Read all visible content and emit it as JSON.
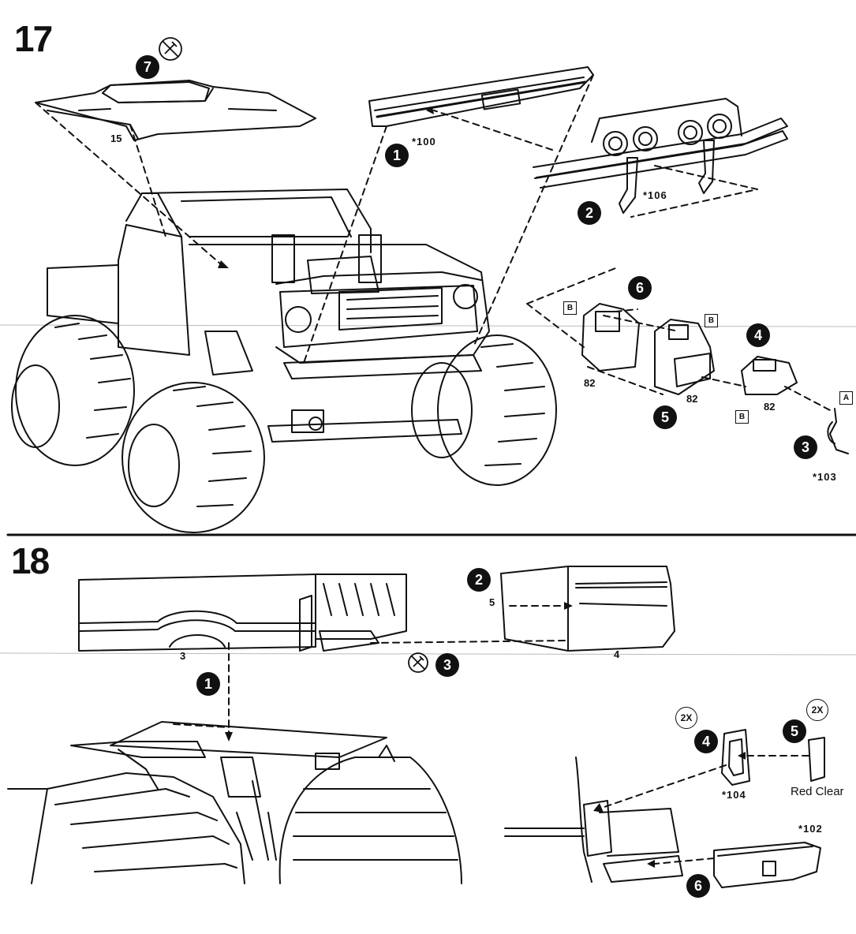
{
  "steps": [
    {
      "number": "17",
      "bubbles": [
        "7",
        "1",
        "2",
        "6",
        "4",
        "5",
        "3"
      ],
      "part_labels": {
        "hood": "15",
        "bumper": "*100",
        "light_bar": "*106",
        "winch_left": "82",
        "winch_mid": "82",
        "winch_right": "82",
        "hook": "*103"
      },
      "boxes": [
        "B",
        "B",
        "A",
        "B"
      ]
    },
    {
      "number": "18",
      "bubbles": [
        "2",
        "1",
        "3",
        "4",
        "5",
        "6"
      ],
      "part_labels": {
        "tailgate_side": "5",
        "bed": "3",
        "tailgate": "4",
        "tail_light": "*104",
        "lens_color": "Red Clear",
        "rear_bumper": "*102"
      },
      "multipliers": [
        "2X",
        "2X"
      ]
    }
  ],
  "icons": [
    "no-glue-icon",
    "no-glue-icon"
  ]
}
